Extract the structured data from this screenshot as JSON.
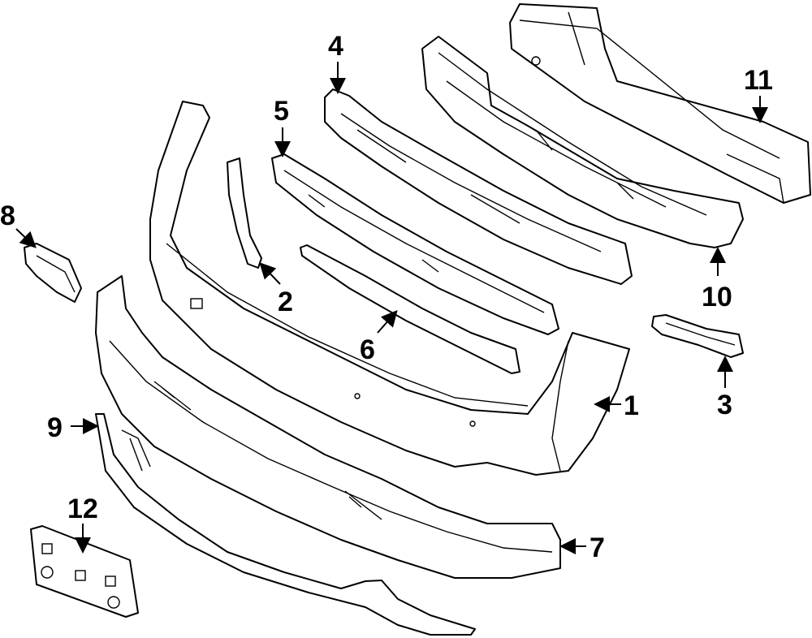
{
  "diagram": {
    "colors": {
      "line": "#000000",
      "background": "#ffffff"
    },
    "callouts": [
      {
        "id": "1",
        "label": "1"
      },
      {
        "id": "2",
        "label": "2"
      },
      {
        "id": "3",
        "label": "3"
      },
      {
        "id": "4",
        "label": "4"
      },
      {
        "id": "5",
        "label": "5"
      },
      {
        "id": "6",
        "label": "6"
      },
      {
        "id": "7",
        "label": "7"
      },
      {
        "id": "8",
        "label": "8"
      },
      {
        "id": "9",
        "label": "9"
      },
      {
        "id": "10",
        "label": "10"
      },
      {
        "id": "11",
        "label": "11"
      },
      {
        "id": "12",
        "label": "12"
      }
    ]
  }
}
